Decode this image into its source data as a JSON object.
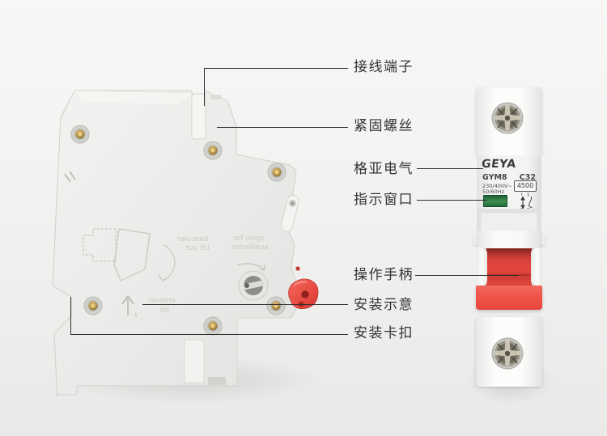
{
  "callouts": [
    {
      "label": "接线端子"
    },
    {
      "label": "紧固螺丝"
    },
    {
      "label": "格亚电气"
    },
    {
      "label": "指示窗口"
    },
    {
      "label": "操作手柄"
    },
    {
      "label": "安装示意"
    },
    {
      "label": "安装卡扣"
    }
  ],
  "front_view": {
    "brand": "GEYA",
    "model": "GYM8",
    "curve_rating": "C32",
    "voltage": "230/400V~",
    "frequency": "50/60Hz",
    "breaking_capacity": "4500",
    "contact_diagram": {
      "on": "I",
      "off": "0",
      "terminal_top": "1",
      "terminal_bottom": "2"
    }
  },
  "side_view": {
    "embossed_text": {
      "tilt_fr": "basculer",
      "tilt_en": "tilt out",
      "aux_1": "open for",
      "aux_2": "auxiliaries",
      "remove_fr": "enlever",
      "remove_en": "tilt"
    }
  },
  "colors": {
    "handle_red": "#e8534a",
    "indicator_green": "#2e7d44",
    "body_white": "#f7f7f5",
    "callout_line": "#2f2f2f"
  }
}
